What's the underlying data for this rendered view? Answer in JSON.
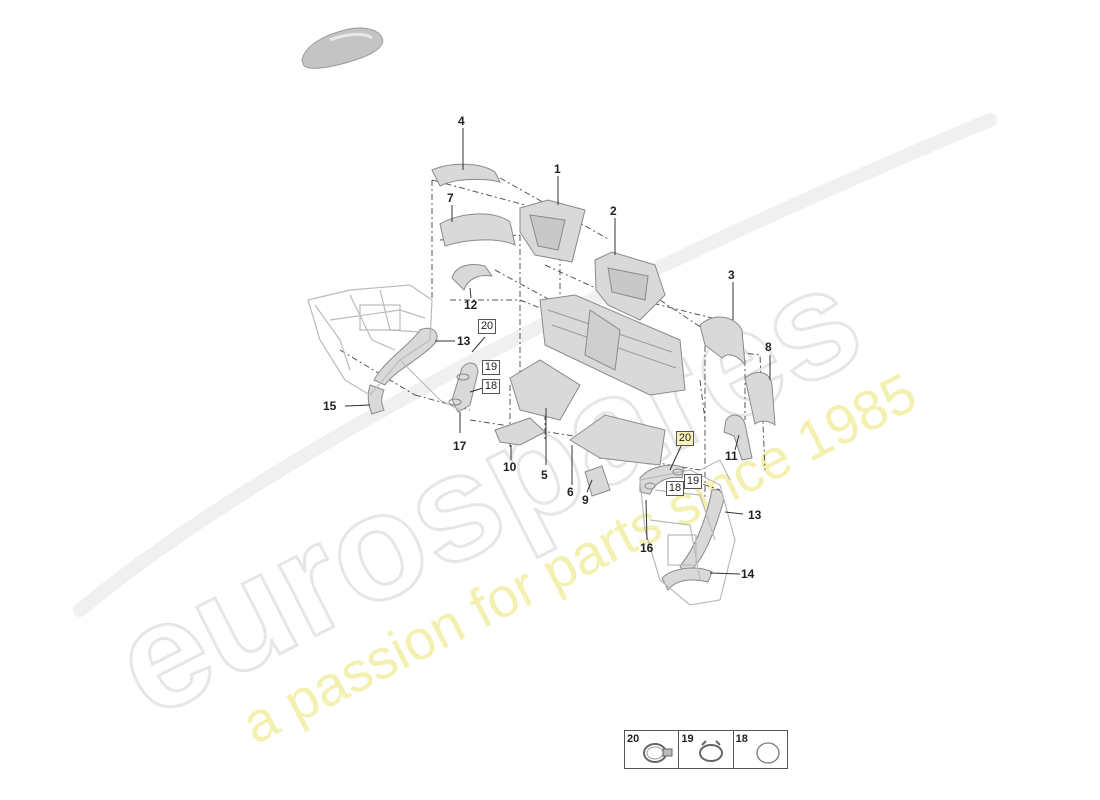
{
  "watermark": {
    "brand": "eurospares",
    "tagline": "a passion for parts since 1985"
  },
  "callouts": {
    "c1": "1",
    "c2": "2",
    "c3": "3",
    "c4": "4",
    "c5": "5",
    "c6": "6",
    "c7": "7",
    "c8": "8",
    "c9": "9",
    "c10": "10",
    "c11": "11",
    "c12": "12",
    "c13a": "13",
    "c13b": "13",
    "c14": "14",
    "c15": "15",
    "c16": "16",
    "c17": "17"
  },
  "boxed_refs": {
    "b20a": "20",
    "b19a": "19",
    "b18a": "18",
    "b20b": "20",
    "b19b": "19",
    "b18b": "18"
  },
  "legend": [
    {
      "num": "20",
      "icon": "hose-clamp-icon"
    },
    {
      "num": "19",
      "icon": "spring-clamp-icon"
    },
    {
      "num": "18",
      "icon": "o-ring-icon"
    }
  ],
  "colors": {
    "part_fill": "#d9d9d9",
    "part_stroke": "#8a8a8a",
    "watermark_gray": "#ececec",
    "watermark_yellow": "#f3f0b0"
  }
}
